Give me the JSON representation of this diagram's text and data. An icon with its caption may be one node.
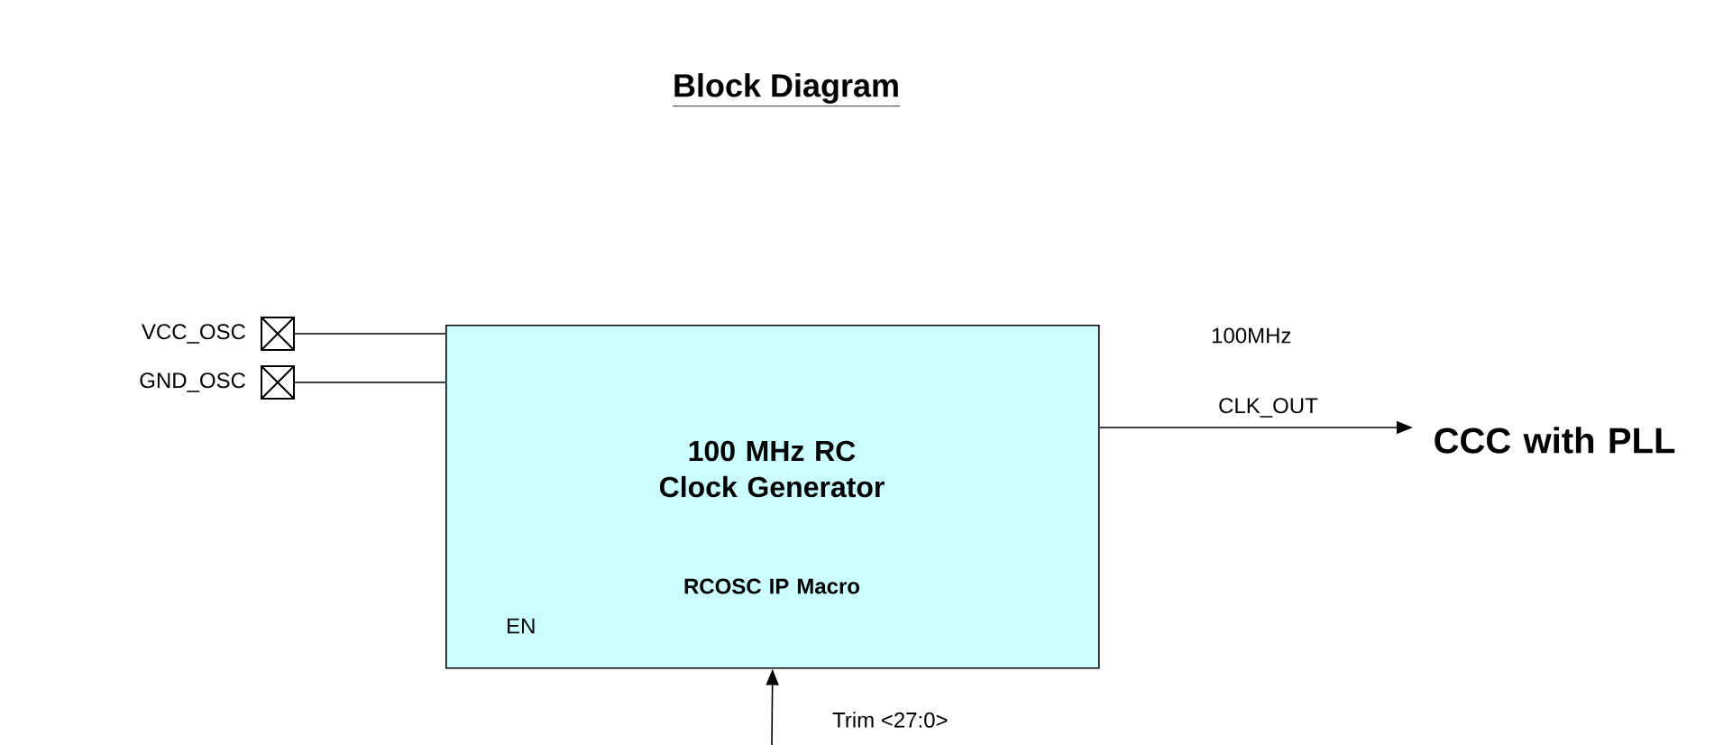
{
  "diagram": {
    "title": "Block Diagram",
    "nodes": [
      {
        "text": [
          "100 MHz RC Clock Generator",
          "RCOSC IP Macro",
          "EN"
        ]
      },
      {
        "text": [],
        "shape": "box",
        "beside": [
          "VCC_OSC"
        ]
      },
      {
        "text": [],
        "shape": "box",
        "beside": [
          "GND_OSC"
        ]
      },
      {
        "text": [
          "CCC with PLL"
        ]
      }
    ],
    "edges": [
      {
        "from": 1,
        "to": 0,
        "arrow": "none"
      },
      {
        "from": 2,
        "to": 0,
        "arrow": "none"
      },
      {
        "from": 0,
        "to": 3,
        "arrow": "to",
        "label": "CLK_OUT"
      },
      {
        "from": null,
        "to": 0,
        "arrow": "to",
        "label": "Trim <27:0>"
      }
    ],
    "labels": [
      "100MHz"
    ]
  }
}
